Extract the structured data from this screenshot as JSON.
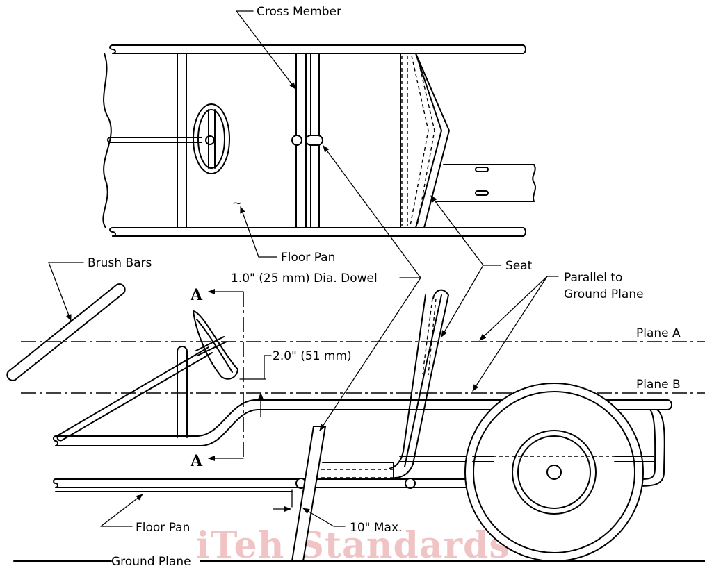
{
  "labels": {
    "cross_member": "Cross Member",
    "floor_pan_top": "Floor Pan",
    "brush_bars": "Brush Bars",
    "dowel": "1.0\" (25 mm) Dia. Dowel",
    "seat": "Seat",
    "parallel_line1": "Parallel to",
    "parallel_line2": "Ground Plane",
    "plane_a": "Plane A",
    "plane_b": "Plane B",
    "offset": "2.0\" (51 mm)",
    "floor_pan_bottom": "Floor Pan",
    "max_offset": "10\" Max.",
    "ground_plane": "Ground Plane",
    "section_a_top": "A",
    "section_a_bottom": "A",
    "tilde": "~"
  },
  "watermark": "iTeh Standards",
  "colors": {
    "line": "#000000",
    "watermark": "#f0c4c4"
  }
}
